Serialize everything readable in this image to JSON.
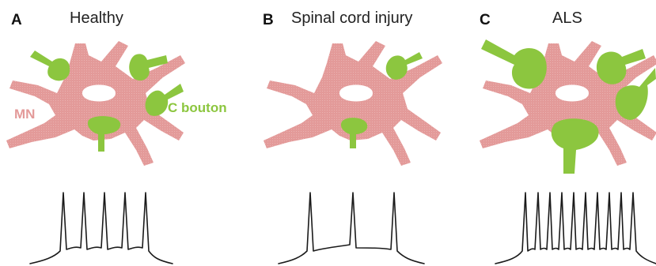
{
  "colors": {
    "neuron": "#e39a99",
    "bouton": "#8cc63f",
    "trace": "#1a1a1a",
    "text": "#222222"
  },
  "panels": [
    {
      "letter": "A",
      "title": "Healthy",
      "neuron_label": "MN",
      "bouton_label": "C bouton",
      "spike_count": 5
    },
    {
      "letter": "B",
      "title": "Spinal cord injury",
      "spike_count": 3
    },
    {
      "letter": "C",
      "title": "ALS",
      "spike_count": 10
    }
  ]
}
